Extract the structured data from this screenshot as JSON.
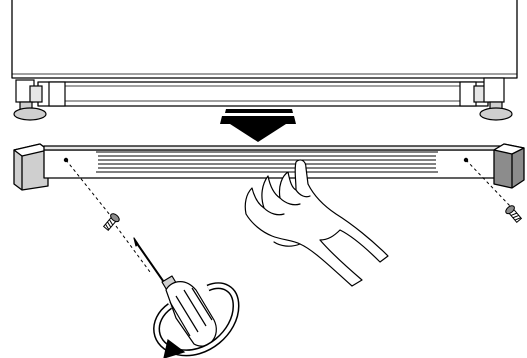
{
  "diagram": {
    "subject": "kickplate-installation",
    "steps": [
      "lower-grille-onto-cabinet-base",
      "fasten-screws-both-ends"
    ],
    "screw_count": 2,
    "colors": {
      "line": "#000000",
      "fill": "#ffffff",
      "shade": "#cfcfcf",
      "dark_shade": "#8c8c8c"
    }
  }
}
